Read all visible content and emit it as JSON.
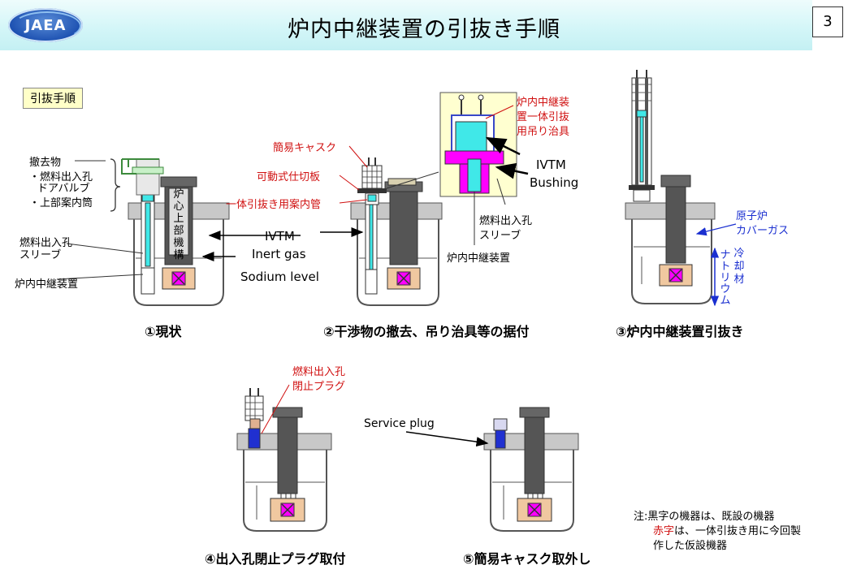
{
  "header": {
    "logo_text": "JAEA",
    "title": "炉内中継装置の引抜き手順",
    "page_number": "3"
  },
  "step_box": "引抜手順",
  "panel1": {
    "removed_title": "撤去物",
    "removed_item1": "・燃料出入孔",
    "removed_item1b": "ドアバルブ",
    "removed_item2": "・上部案内筒",
    "sleeve": "燃料出入孔",
    "sleeve_b": "スリーブ",
    "ivth": "炉内中継装置",
    "upper_core": [
      "炉",
      "心",
      "上",
      "部",
      "機",
      "構"
    ],
    "ivtm": "IVTM",
    "inert_gas": "Inert gas",
    "sodium_level": "Sodium  level",
    "caption": "①現状"
  },
  "panel2": {
    "cask": "簡易キャスク",
    "gate": "可動式仕切板",
    "guide": "一体引抜き用案内管",
    "jig1": "炉内中継装",
    "jig2": "置一体引抜",
    "jig3": "用吊り治具",
    "ivtm": "IVTM",
    "bushing": "Bushing",
    "sleeve": "燃料出入孔",
    "sleeve_b": "スリーブ",
    "ivth": "炉内中継装置",
    "caption": "②干渉物の撤去、吊り治具等の据付"
  },
  "panel3": {
    "cover_gas": "原子炉",
    "cover_gas_b": "カバーガス",
    "coolant": [
      "冷",
      "却",
      "材"
    ],
    "sodium": [
      "ナ",
      "ト",
      "リ",
      "ウ",
      "ム"
    ],
    "caption": "③炉内中継装置引抜き"
  },
  "panel4": {
    "plug": "燃料出入孔",
    "plug_b": "閉止プラグ",
    "caption": "④出入孔閉止プラグ取付"
  },
  "panel5": {
    "service_plug": "Service plug",
    "caption": "⑤簡易キャスク取外し"
  },
  "note": {
    "line1": "注:黒字の機器は、既設の機器",
    "line2_red": "赤字",
    "line2": "は、一体引抜き用に今回製",
    "line3": "作した仮設機器"
  },
  "colors": {
    "vessel": "#c8c8c8",
    "shaft": "#5a5a5a",
    "core_outer": "#f0c8a0",
    "core_inner": "#ff00ff",
    "cyan": "#40e8e8",
    "magenta": "#ff00ff",
    "label_red": "#d01010",
    "label_blue": "#1a2fd0"
  }
}
